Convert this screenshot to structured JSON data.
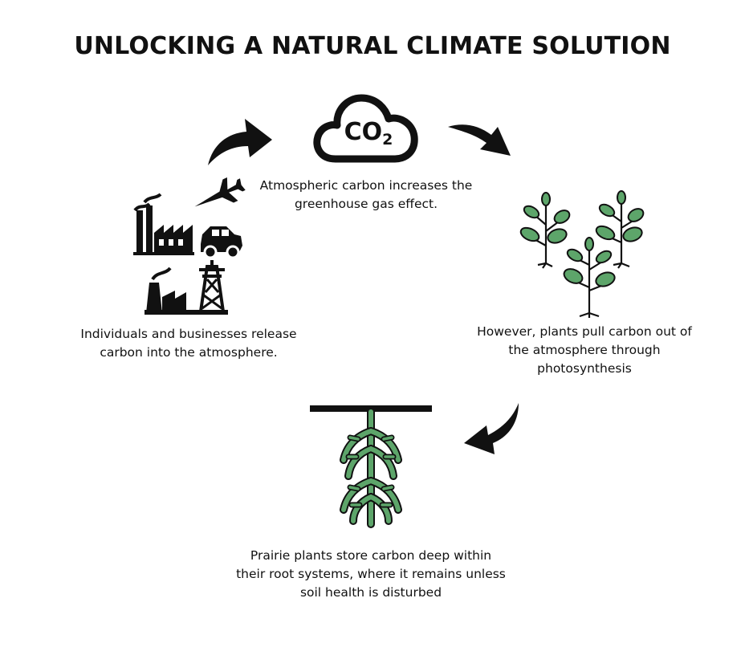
{
  "title": "UNLOCKING A NATURAL CLIMATE SOLUTION",
  "cloud": {
    "label": "CO",
    "subscript": "2",
    "icon": "co2-cloud-icon"
  },
  "steps": [
    {
      "id": "emissions",
      "icon": "emissions-icon",
      "lines": [
        "Individuals and businesses release",
        "carbon into the atmosphere."
      ]
    },
    {
      "id": "atmosphere",
      "icon": "co2-cloud-icon",
      "lines": [
        "Atmospheric carbon increases the",
        "greenhouse gas effect."
      ]
    },
    {
      "id": "plants",
      "icon": "plants-icon",
      "lines": [
        "However, plants pull carbon out of",
        "the atmosphere through",
        "photosynthesis"
      ]
    },
    {
      "id": "roots",
      "icon": "roots-icon",
      "lines": [
        "Prairie plants store carbon deep within",
        "their root systems, where it remains unless",
        "soil health is disturbed"
      ]
    }
  ],
  "colors": {
    "plant_green": "#5da56a",
    "ink": "#111111",
    "background": "#ffffff"
  }
}
